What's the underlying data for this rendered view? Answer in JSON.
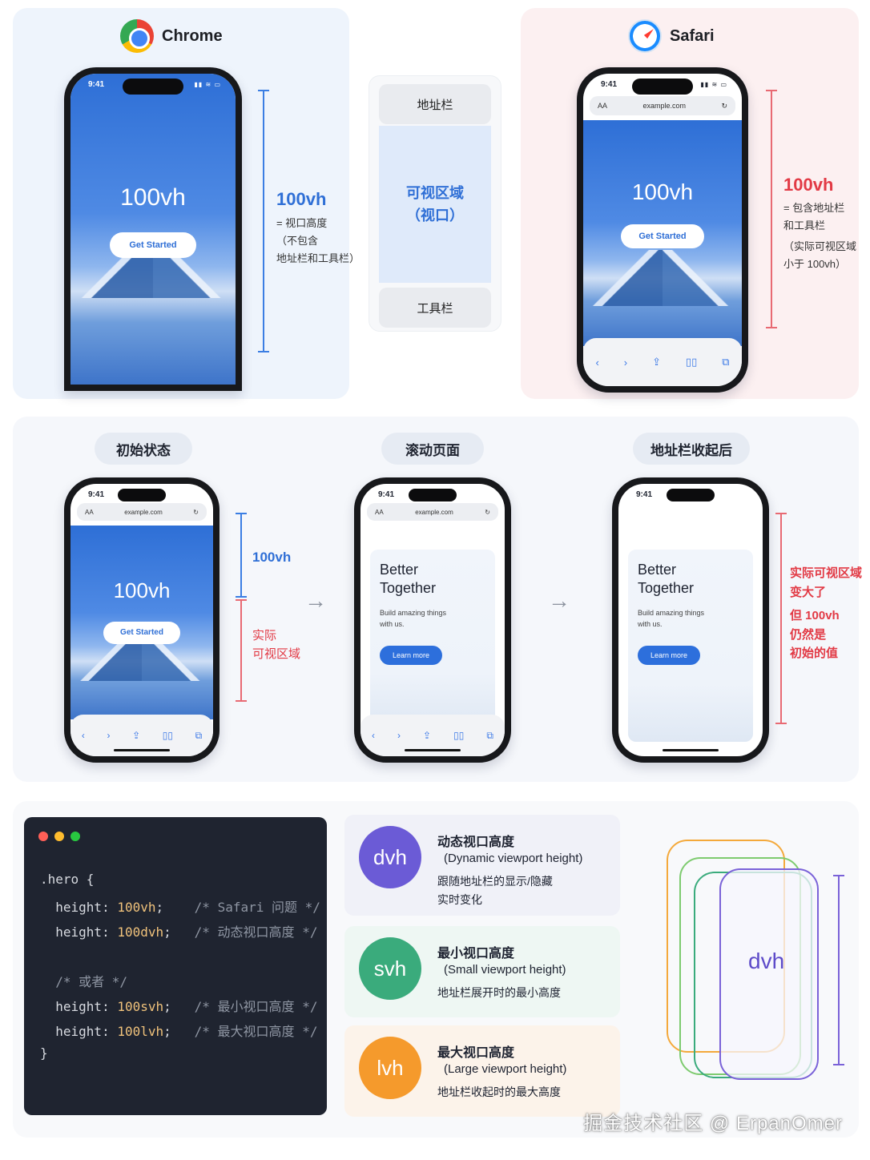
{
  "top": {
    "chrome": {
      "name": "Chrome",
      "phone": {
        "time": "9:41",
        "status": "▮▮ ≋ ▭",
        "big_text": "100vh",
        "button": "Get Started"
      },
      "annotation": {
        "title": "100vh",
        "lines": [
          "= 视口高度",
          "（不包含",
          "地址栏和工具栏）"
        ]
      }
    },
    "diagram": {
      "top_bar": "地址栏",
      "viewport_line1": "可视区域",
      "viewport_line2": "（视口）",
      "bottom_bar": "工具栏"
    },
    "safari": {
      "name": "Safari",
      "phone": {
        "time": "9:41",
        "status": "▮▮ ≋ ▭",
        "aa": "AA",
        "url": "example.com",
        "reload": "↻",
        "big_text": "100vh",
        "button": "Get Started",
        "toolbar": [
          "‹",
          "›",
          "⇪",
          "▯▯",
          "⧉"
        ]
      },
      "annotation": {
        "title": "100vh",
        "lines": [
          "= 包含地址栏",
          "和工具栏",
          "（实际可视区域",
          "小于 100vh）"
        ]
      }
    }
  },
  "middle": {
    "steps": [
      {
        "label": "初始状态",
        "time": "9:41",
        "aa": "AA",
        "url": "example.com",
        "reload": "↻",
        "big_text": "100vh",
        "button": "Get Started",
        "toolbar": [
          "‹",
          "›",
          "⇪",
          "▯▯",
          "⧉"
        ]
      },
      {
        "label": "滚动页面",
        "time": "9:41",
        "aa": "AA",
        "url": "example.com",
        "reload": "↻",
        "title_line1": "Better",
        "title_line2": "Together",
        "sub_line1": "Build amazing things",
        "sub_line2": "with us.",
        "button": "Learn more",
        "toolbar": [
          "‹",
          "›",
          "⇪",
          "▯▯",
          "⧉"
        ]
      },
      {
        "label": "地址栏收起后",
        "time": "9:41",
        "title_line1": "Better",
        "title_line2": "Together",
        "sub_line1": "Build amazing things",
        "sub_line2": "with us.",
        "button": "Learn more"
      }
    ],
    "ann_100vh": "100vh",
    "ann_actual": [
      "实际",
      "可视区域"
    ],
    "ann_right": [
      "实际可视区域",
      "变大了",
      "但 100vh",
      "仍然是",
      "初始的值"
    ],
    "arrow": "→"
  },
  "code": {
    "lines": [
      {
        "text": ".hero {",
        "kind": "plain"
      },
      {
        "prop": "  height: ",
        "val": "100vh",
        "rest": ";    ",
        "cmt": "/* Safari 问题 */"
      },
      {
        "prop": "  height: ",
        "val": "100dvh",
        "rest": ";   ",
        "cmt": "/* 动态视口高度 */"
      },
      {
        "text": "",
        "kind": "plain"
      },
      {
        "text": "  /* 或者 */",
        "kind": "comment"
      },
      {
        "prop": "  height: ",
        "val": "100svh",
        "rest": ";   ",
        "cmt": "/* 最小视口高度 */"
      },
      {
        "prop": "  height: ",
        "val": "100lvh",
        "rest": ";   ",
        "cmt": "/* 最大视口高度 */"
      },
      {
        "text": "}",
        "kind": "plain"
      }
    ]
  },
  "units": [
    {
      "abbr": "dvh",
      "title": "动态视口高度",
      "en": "(Dynamic viewport height)",
      "desc_line1": "跟随地址栏的显示/隐藏",
      "desc_line2": "实时变化",
      "color": "#6b5bd6",
      "bg": "#f0f1f8"
    },
    {
      "abbr": "svh",
      "title": "最小视口高度",
      "en": "(Small viewport height)",
      "desc_line1": "地址栏展开时的最小高度",
      "desc_line2": "",
      "color": "#3aab7c",
      "bg": "#eef7f3"
    },
    {
      "abbr": "lvh",
      "title": "最大视口高度",
      "en": "(Large viewport height)",
      "desc_line1": "地址栏收起时的最大高度",
      "desc_line2": "",
      "color": "#f59a2c",
      "bg": "#fcf3ea"
    }
  ],
  "stack": {
    "label": "dvh",
    "colors": [
      "#f4a93b",
      "#7ecb6f",
      "#3aab7c",
      "#7a62d8"
    ]
  },
  "watermark": "掘金技术社区 @ ErpanOmer"
}
